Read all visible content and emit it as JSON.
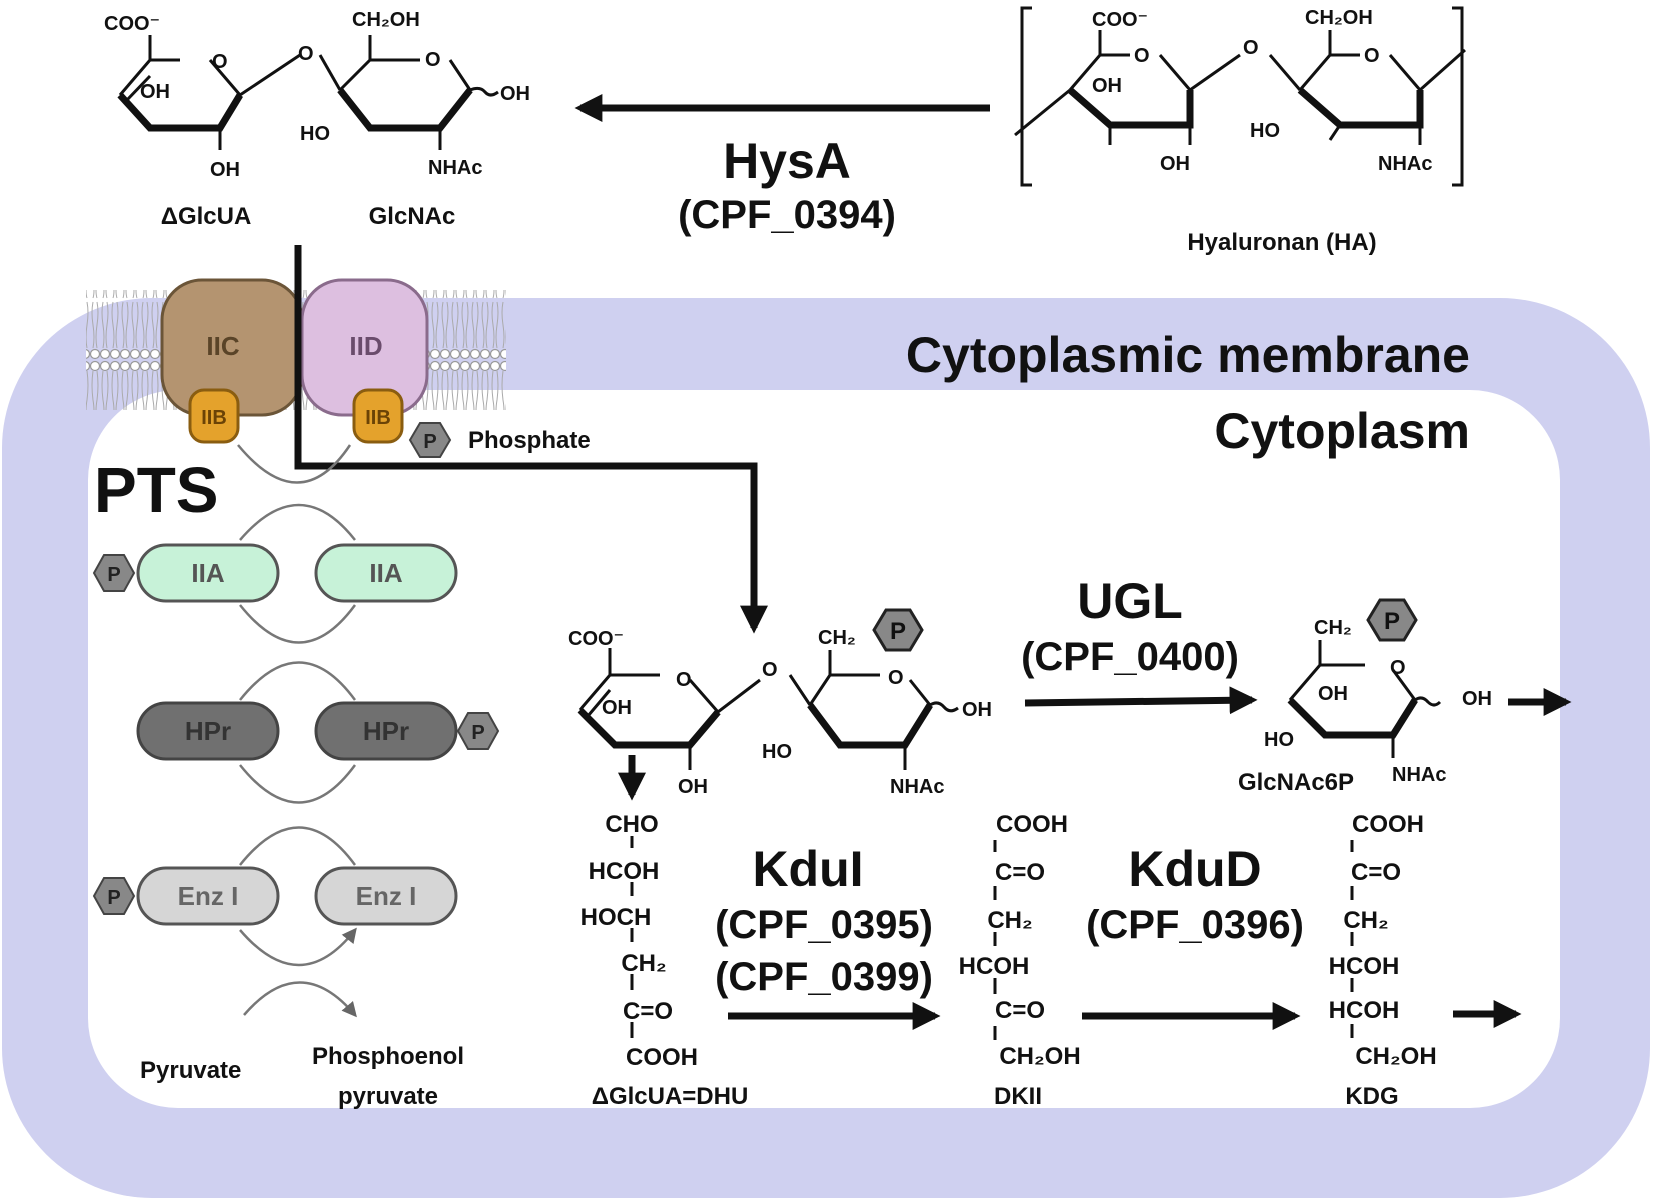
{
  "colors": {
    "membrane_band": "#cfd0f0",
    "cytoplasm_bg": "#ffffff",
    "iic_fill": "#b49470",
    "iid_fill": "#ddbfe0",
    "iib_fill": "#e4a22c",
    "iia_fill": "#c7f2d8",
    "hpr_fill": "#707070",
    "enzi_fill": "#d6d6d6",
    "phosphate_fill": "#888888"
  },
  "substrate": {
    "name": "Hyaluronan (HA)",
    "coo": "COO⁻",
    "ch2oh": "CH₂OH",
    "oh_left": "OH",
    "oh_bottom": "OH",
    "ho": "HO",
    "nhac": "NHAc",
    "o": "O"
  },
  "disaccharide": {
    "left_name": "ΔGlcUA",
    "right_name": "GlcNAc",
    "coo": "COO⁻",
    "ch2oh": "CH₂OH",
    "oh": "OH",
    "ho": "HO",
    "nhac": "NHAc",
    "o": "O"
  },
  "enzymes": {
    "hysa": {
      "name": "HysA",
      "id": "(CPF_0394)"
    },
    "ugl": {
      "name": "UGL",
      "id": "(CPF_0400)"
    },
    "kdui": {
      "name": "KduI",
      "id1": "(CPF_0395)",
      "id2": "(CPF_0399)"
    },
    "kdud": {
      "name": "KduD",
      "id": "(CPF_0396)"
    }
  },
  "regions": {
    "membrane": "Cytoplasmic membrane",
    "cytoplasm": "Cytoplasm"
  },
  "pts": {
    "title": "PTS",
    "iic": "IIC",
    "iid": "IID",
    "iib": "IIB",
    "iia": "IIA",
    "hpr": "HPr",
    "enzi": "Enz I",
    "p": "P",
    "phosphate": "Phosphate",
    "pyruvate": "Pyruvate",
    "pep_line1": "Phosphoenol",
    "pep_line2": "pyruvate"
  },
  "phospho_disaccharide": {
    "coo": "COO⁻",
    "ch2": "CH₂",
    "p": "P",
    "oh": "OH",
    "ho": "HO",
    "nhac": "NHAc",
    "o": "O"
  },
  "glcnac6p": {
    "name": "GlcNAc6P",
    "ch2": "CH₂",
    "p": "P",
    "oh": "OH",
    "ho": "HO",
    "nhac": "NHAc",
    "o": "O"
  },
  "dhu": {
    "name": "ΔGlcUA=DHU",
    "lines": [
      "CHO",
      "HCOH",
      "HOCH",
      "CH₂",
      "C=O",
      "COOH"
    ]
  },
  "dkii": {
    "name": "DKII",
    "lines": [
      "COOH",
      "C=O",
      "CH₂",
      "HCOH",
      "C=O",
      "CH₂OH"
    ]
  },
  "kdg": {
    "name": "KDG",
    "lines": [
      "COOH",
      "C=O",
      "CH₂",
      "HCOH",
      "HCOH",
      "CH₂OH"
    ]
  }
}
